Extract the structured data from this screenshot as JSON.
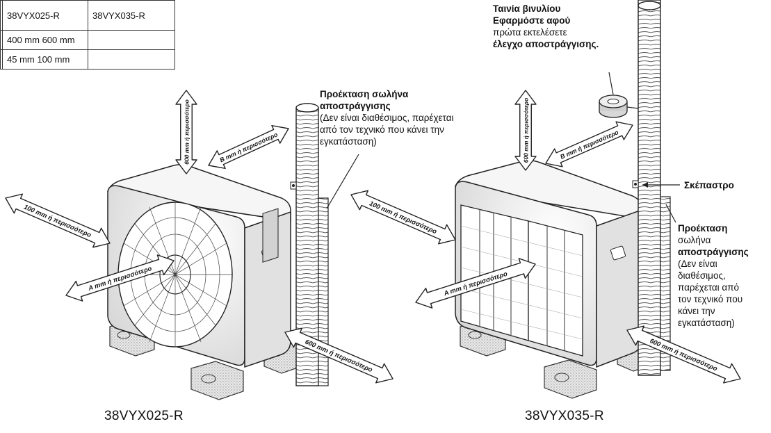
{
  "spec_table": {
    "header": [
      "",
      "38VYX025-R",
      "38VYX035-R"
    ],
    "rows": [
      [
        "",
        "400 mm 600 mm",
        ""
      ],
      [
        "",
        "45 mm 100 mm",
        ""
      ]
    ]
  },
  "units": [
    {
      "model": "38VYX025-R",
      "arrows": {
        "top": "600 mm ή περισσότερο",
        "back": "B mm ή περισσότερο",
        "left": "100 mm ή περισσότερο",
        "front": "A mm ή περισσότερο",
        "right": "600 mm ή περισσότερο"
      },
      "drain_label_bold": "Προέκταση σωλήνα αποστράγγισης",
      "drain_label_note": "(Δεν είναι διαθέσιμος, παρέχεται από τον τεχνικό που κάνει την εγκατάσταση)"
    },
    {
      "model": "38VYX035-R",
      "arrows": {
        "top": "600 mm ή περισσότερο",
        "back": "B mm ή περισσότερο",
        "left": "100 mm ή περισσότερο",
        "front": "A mm ή περισσότερο",
        "right": "600 mm ή περισσότερο"
      },
      "tape_label_bold_1": "Ταινία βινυλίου",
      "tape_label_bold_2": "Εφαρμόστε αφού",
      "tape_label_text": "πρώτα εκτελέσετε",
      "tape_label_bold_3": "έλεγχο αποστράγγισης.",
      "cover_label": "Σκέπαστρο",
      "drain_label_bold_1": "Προέκταση",
      "drain_label_text_1": "σωλήνα",
      "drain_label_bold_2": "αποστράγγισης",
      "drain_label_note": [
        "(Δεν είναι",
        "διαθέσιμος,",
        "παρέχεται από",
        "τον τεχνικό που",
        "κάνει την",
        "εγκατάσταση)"
      ]
    }
  ]
}
